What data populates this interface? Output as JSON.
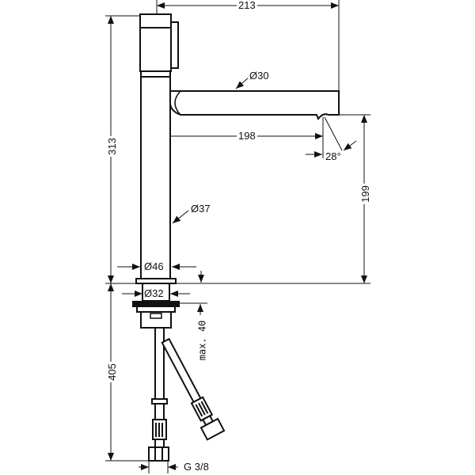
{
  "drawing": {
    "dimensions": {
      "spout_reach": "213",
      "total_height": "313",
      "spout_diameter": "Ø30",
      "outlet_reach": "198",
      "outlet_angle": "28°",
      "outlet_height": "199",
      "body_diameter": "Ø37",
      "base_diameter": "Ø46",
      "shank_diameter": "Ø32",
      "max_deck_thickness": "max. 40",
      "hose_length": "405",
      "connection_thread": "G 3/8"
    },
    "line_color": "#111111"
  }
}
